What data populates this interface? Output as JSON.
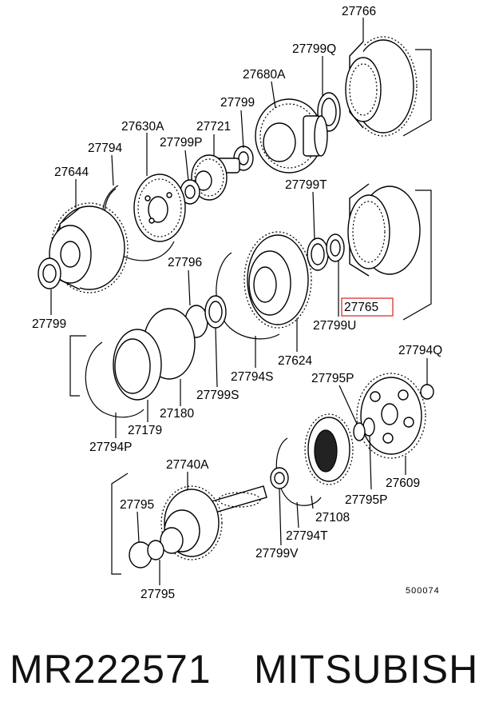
{
  "labels": {
    "p27766": "27766",
    "p27799Q": "27799Q",
    "p27680A": "27680A",
    "p27799": "27799",
    "p27721": "27721",
    "p27630A": "27630A",
    "p27799P": "27799P",
    "p27794": "27794",
    "p27644": "27644",
    "p27799b": "27799",
    "p27799T": "27799T",
    "p27796": "27796",
    "p27765": "27765",
    "p27799U": "27799U",
    "p27624": "27624",
    "p27794S": "27794S",
    "p27799S": "27799S",
    "p27180": "27180",
    "p27179": "27179",
    "p27794P": "27794P",
    "p27794Q": "27794Q",
    "p27795P": "27795P",
    "p27609": "27609",
    "p27795Pb": "27795P",
    "p27740A": "27740A",
    "p27795": "27795",
    "p27108": "27108",
    "p27794T": "27794T",
    "p27799V": "27799V",
    "p27795b": "27795"
  },
  "diagram_code": "500074",
  "footer": {
    "part_number": "MR222571",
    "brand": "MITSUBISHI"
  },
  "colors": {
    "line": "#000000",
    "highlight": "#e03030",
    "background": "#ffffff"
  }
}
